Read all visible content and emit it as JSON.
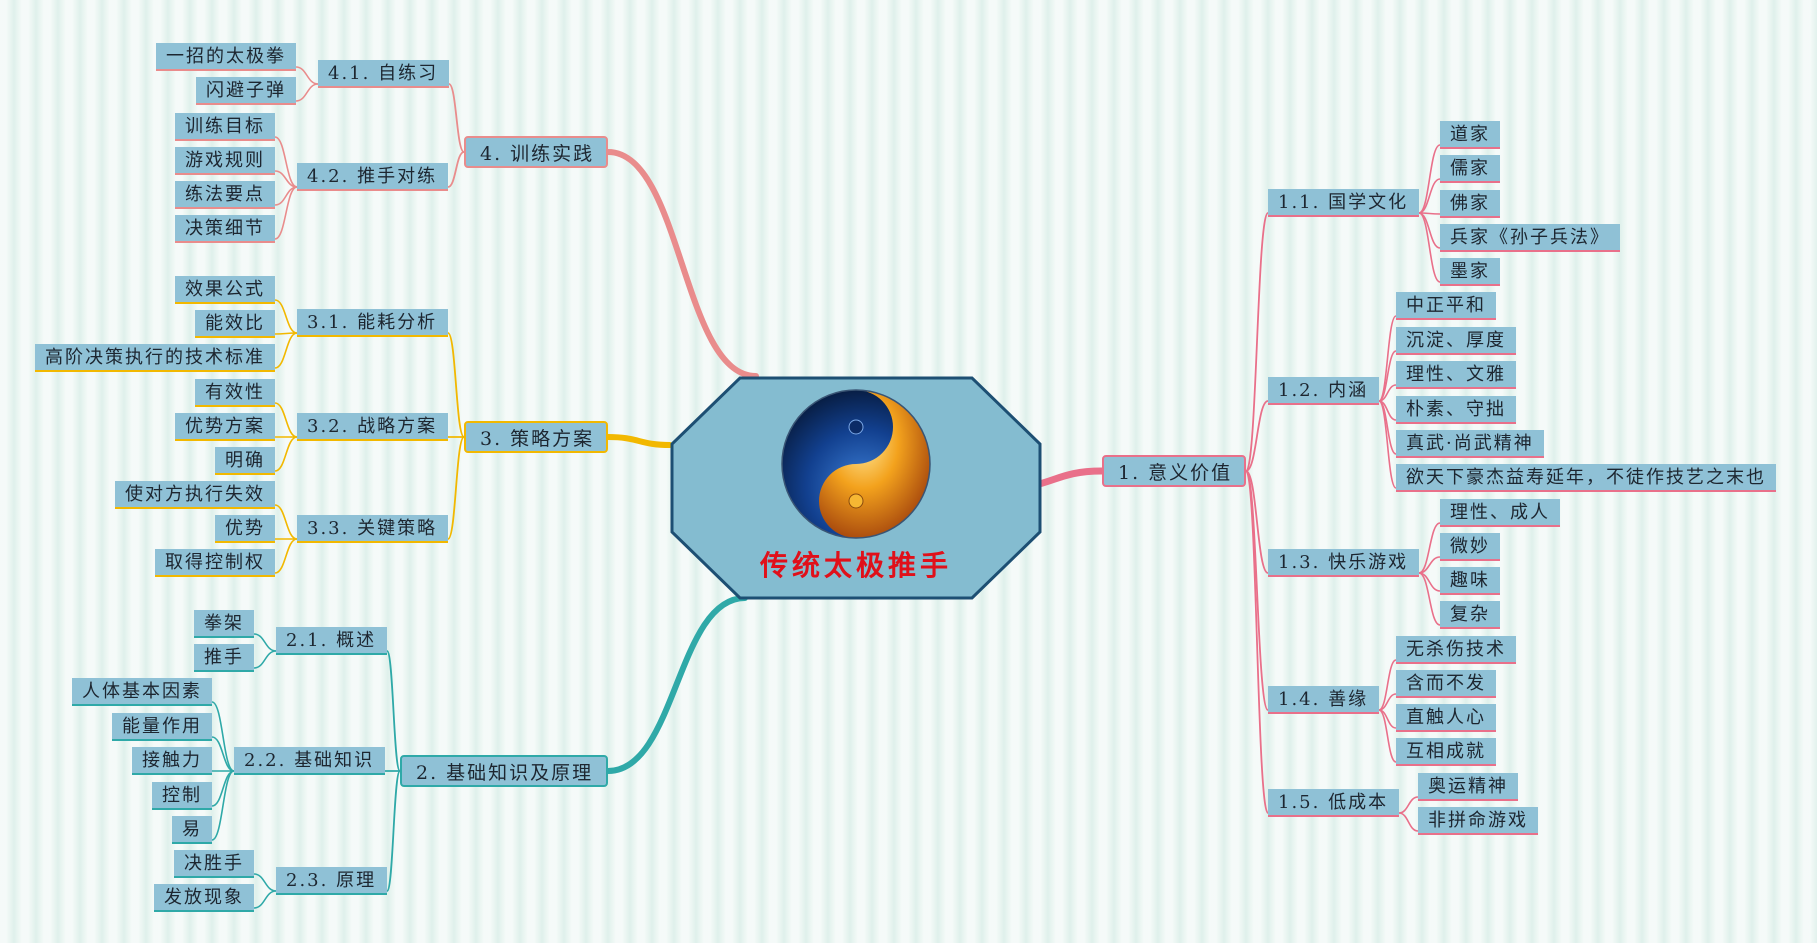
{
  "center": {
    "title": "传统太极推手",
    "icon": "yin-yang-icon"
  },
  "colors": {
    "b1": "#e9708a",
    "b4": "#e98c8c",
    "b3": "#f2b800",
    "b2": "#2fa9a8",
    "node_fill": "#8fc1d6"
  },
  "branches": [
    {
      "id": "b1",
      "label": "1. 意义价值",
      "side": "right",
      "color": "#e9708a",
      "children": [
        {
          "label": "1.1. 国学文化",
          "children": [
            "道家",
            "儒家",
            "佛家",
            "兵家《孙子兵法》",
            "墨家"
          ]
        },
        {
          "label": "1.2. 内涵",
          "children": [
            "中正平和",
            "沉淀、厚度",
            "理性、文雅",
            "朴素、守拙",
            "真武·尚武精神",
            "欲天下豪杰益寿延年，不徒作技艺之末也"
          ]
        },
        {
          "label": "1.3. 快乐游戏",
          "children": [
            "理性、成人",
            "微妙",
            "趣味",
            "复杂"
          ]
        },
        {
          "label": "1.4. 善缘",
          "children": [
            "无杀伤技术",
            "含而不发",
            "直触人心",
            "互相成就"
          ]
        },
        {
          "label": "1.5. 低成本",
          "children": [
            "奥运精神",
            "非拼命游戏"
          ]
        }
      ]
    },
    {
      "id": "b4",
      "label": "4. 训练实践",
      "side": "left",
      "color": "#e98c8c",
      "children": [
        {
          "label": "4.1. 自练习",
          "children": [
            "一招的太极拳",
            "闪避子弹"
          ]
        },
        {
          "label": "4.2. 推手对练",
          "children": [
            "训练目标",
            "游戏规则",
            "练法要点",
            "决策细节"
          ]
        }
      ]
    },
    {
      "id": "b3",
      "label": "3. 策略方案",
      "side": "left",
      "color": "#f2b800",
      "children": [
        {
          "label": "3.1. 能耗分析",
          "children": [
            "效果公式",
            "能效比",
            "高阶决策执行的技术标准"
          ]
        },
        {
          "label": "3.2. 战略方案",
          "children": [
            "有效性",
            "优势方案",
            "明确"
          ]
        },
        {
          "label": "3.3. 关键策略",
          "children": [
            "使对方执行失效",
            "优势",
            "取得控制权"
          ]
        }
      ]
    },
    {
      "id": "b2",
      "label": "2. 基础知识及原理",
      "side": "left",
      "color": "#2fa9a8",
      "children": [
        {
          "label": "2.1. 概述",
          "children": [
            "拳架",
            "推手"
          ]
        },
        {
          "label": "2.2. 基础知识",
          "children": [
            "人体基本因素",
            "能量作用",
            "接触力",
            "控制",
            "易"
          ]
        },
        {
          "label": "2.3. 原理",
          "children": [
            "决胜手",
            "发放现象"
          ]
        }
      ]
    }
  ]
}
